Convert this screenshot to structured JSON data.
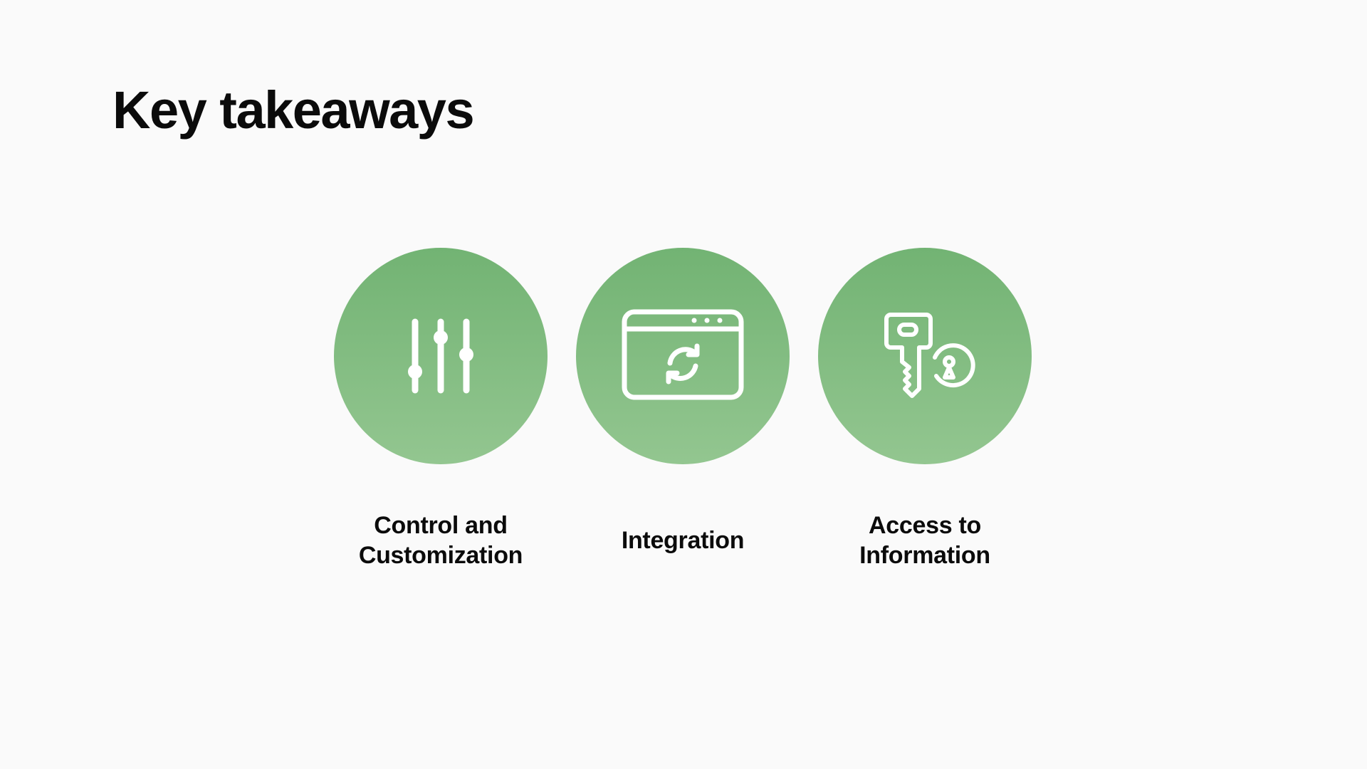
{
  "slide": {
    "title": "Key takeaways",
    "accent_color_top": "#72b373",
    "accent_color_bottom": "#93c690",
    "background_color": "#fafafa"
  },
  "takeaways": [
    {
      "label": "Control and Customization",
      "icon": "sliders-icon"
    },
    {
      "label": "Integration",
      "icon": "browser-sync-icon"
    },
    {
      "label": "Access to Information",
      "icon": "key-lock-icon"
    }
  ]
}
